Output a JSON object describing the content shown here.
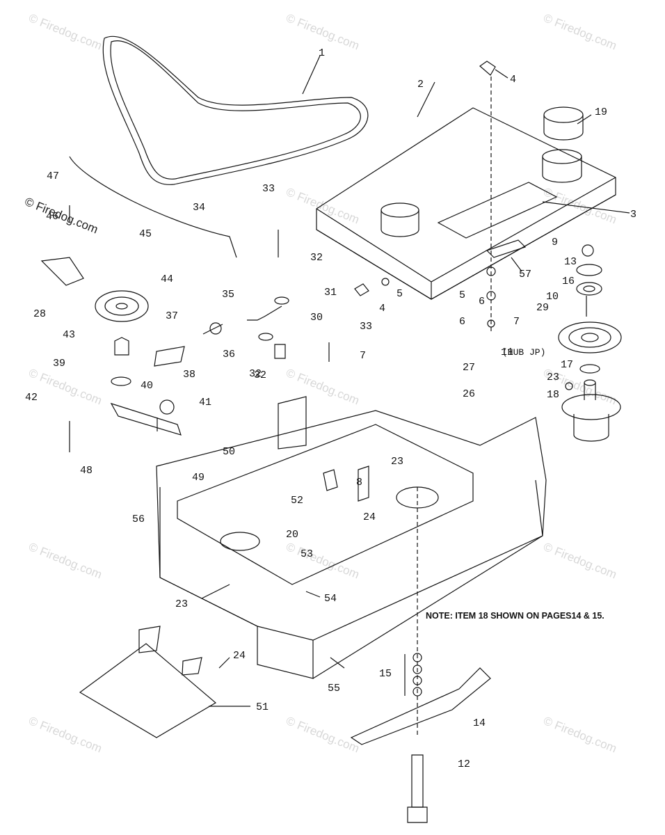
{
  "watermark": {
    "text": "© Firedog.com",
    "color": "#d6d6d6"
  },
  "note": "NOTE: ITEM 18 SHOWN ON PAGES14 & 15.",
  "hub_label": "(HUB JP)",
  "callouts": [
    "1",
    "2",
    "3",
    "4",
    "4",
    "5",
    "5",
    "6",
    "6",
    "7",
    "7",
    "8",
    "9",
    "10",
    "11",
    "12",
    "13",
    "14",
    "15",
    "16",
    "17",
    "18",
    "19",
    "20",
    "23",
    "23",
    "23",
    "24",
    "24",
    "26",
    "27",
    "28",
    "29",
    "30",
    "31",
    "32",
    "32",
    "32",
    "33",
    "33",
    "34",
    "35",
    "36",
    "37",
    "38",
    "39",
    "40",
    "41",
    "42",
    "43",
    "44",
    "45",
    "46",
    "47",
    "48",
    "49",
    "50",
    "51",
    "52",
    "53",
    "54",
    "55",
    "56",
    "57"
  ]
}
